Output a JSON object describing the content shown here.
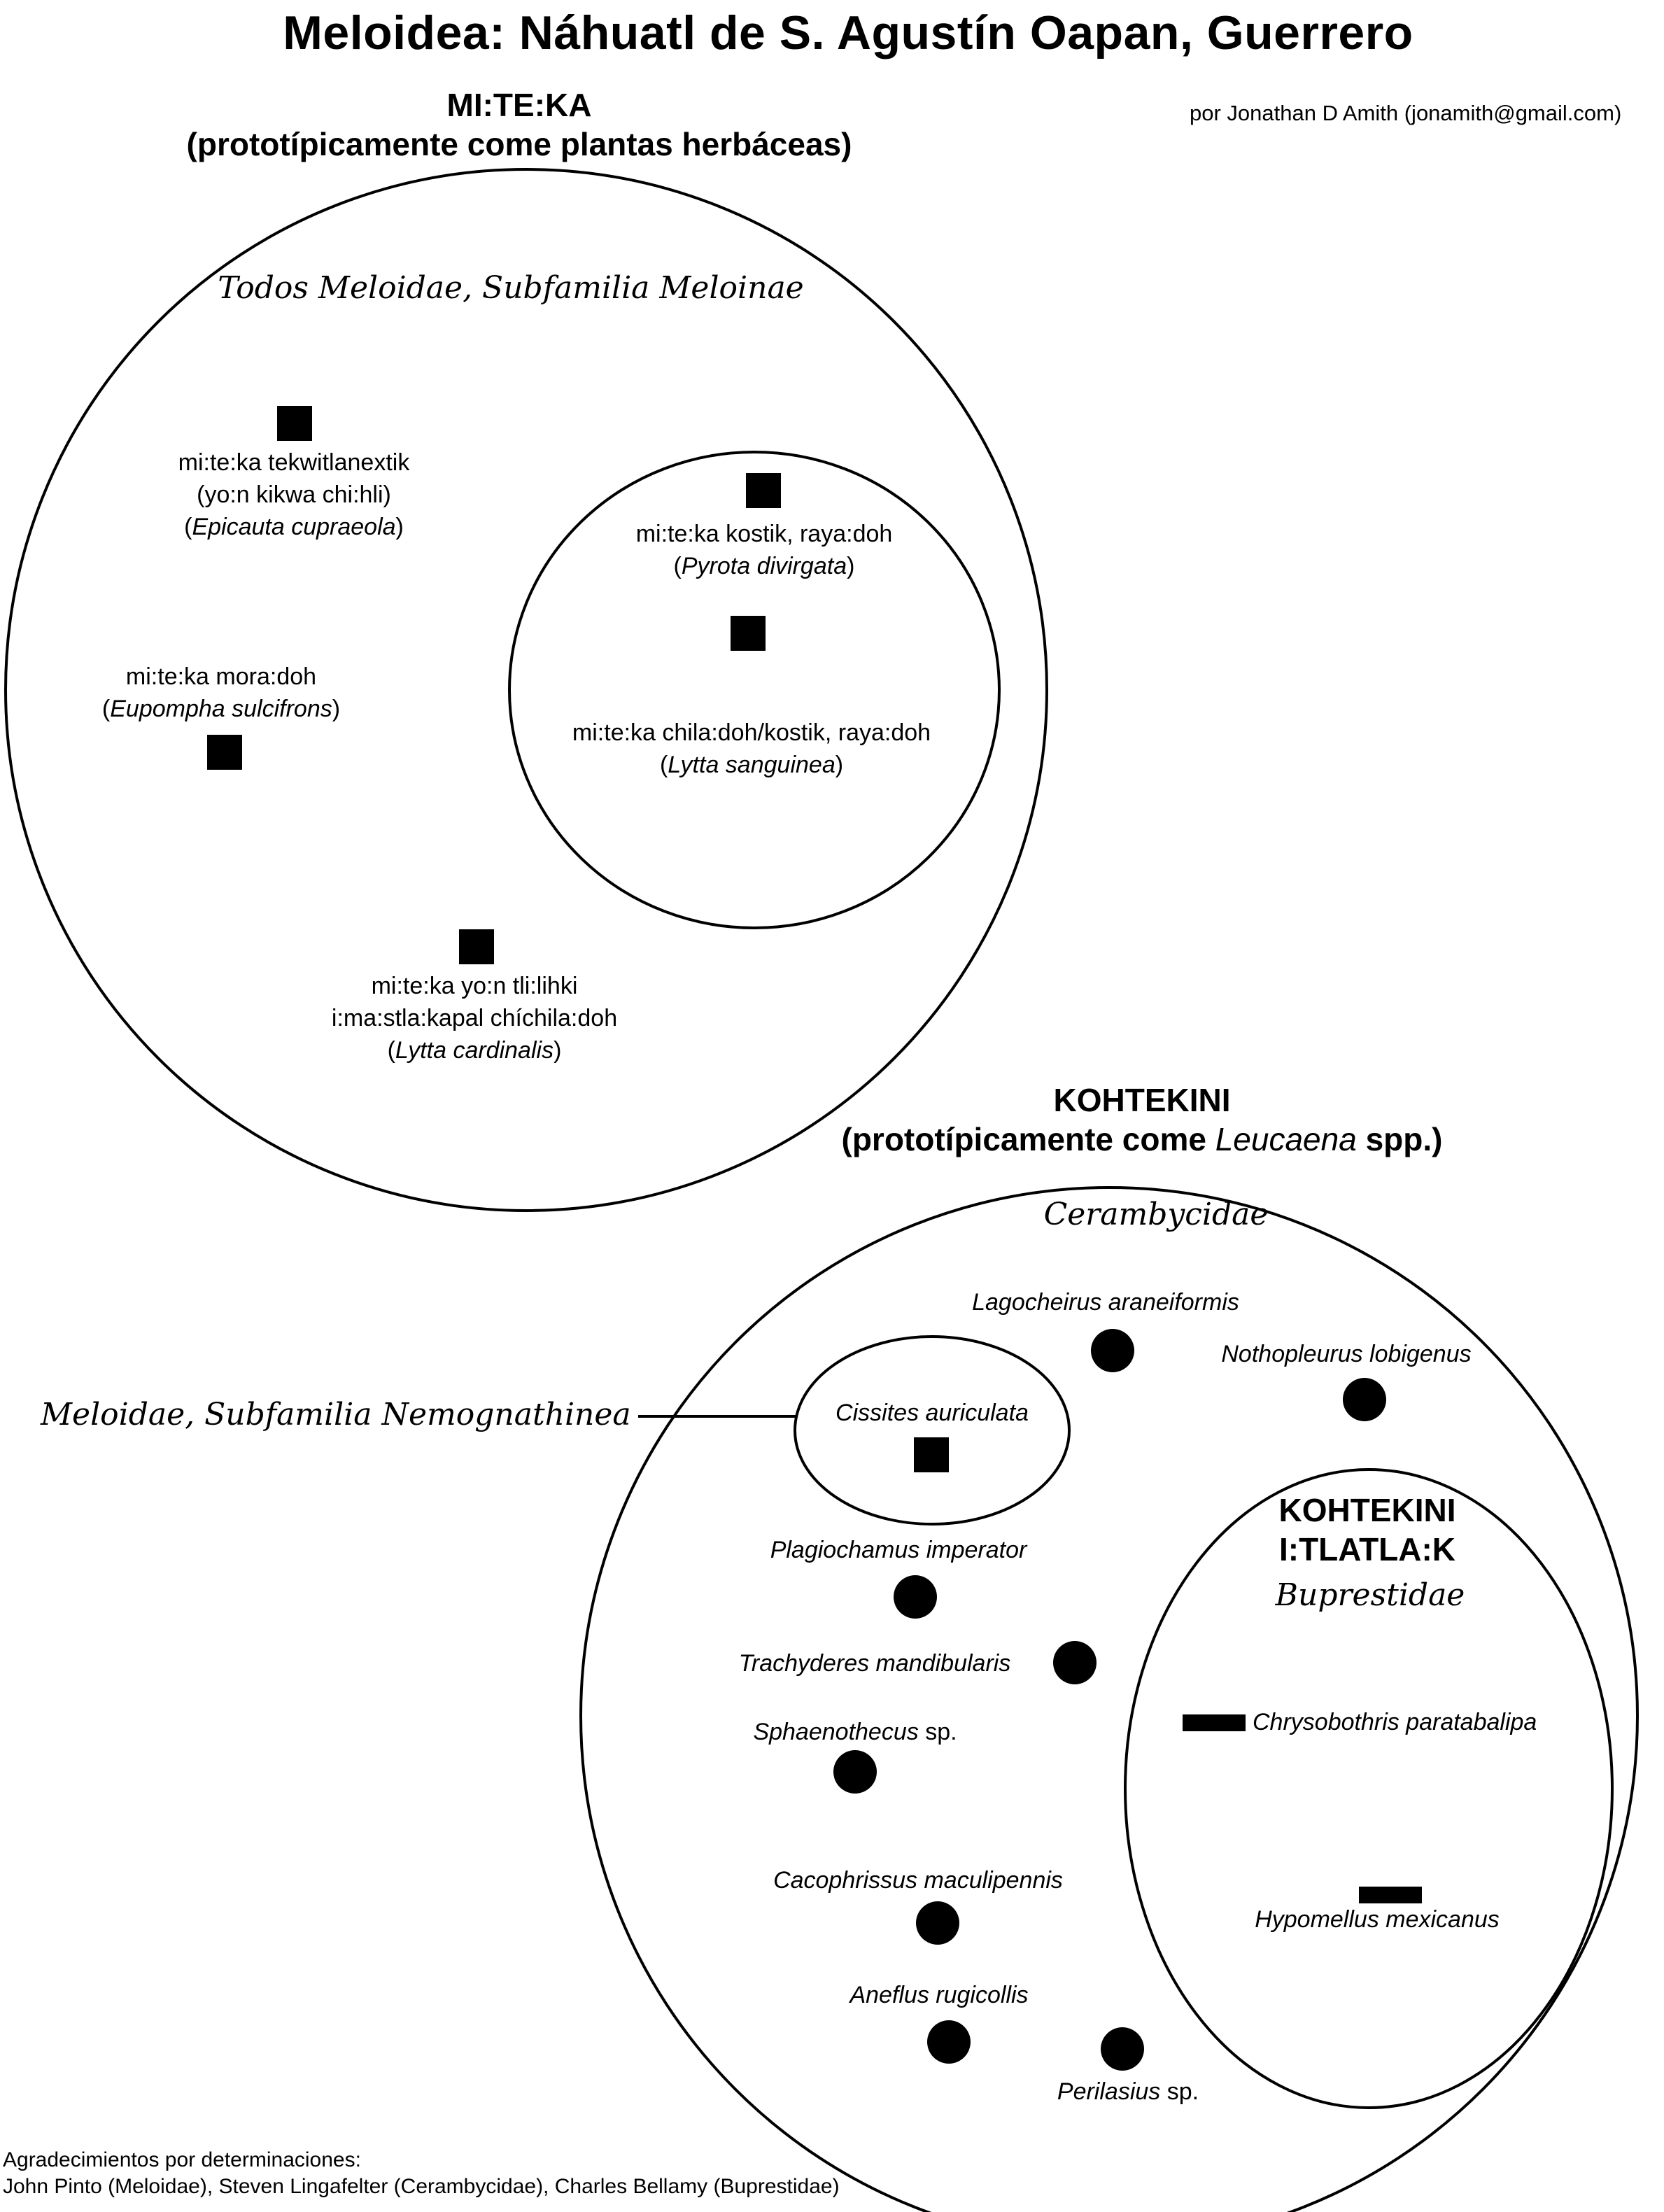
{
  "title": "Meloidea: Náhuatl de S. Agustín Oapan, Guerrero",
  "author": "por Jonathan D Amith (jonamith@gmail.com)",
  "miteka": {
    "heading_1": "MI:TE:KA",
    "heading_2": "(prototípicamente come plantas herbáceas)",
    "circle_label": "Todos Meloidae, Subfamilia Meloinae",
    "items": [
      {
        "line1": "mi:te:ka tekwitlanextik",
        "line2": "(yo:n kikwa chi:hli)",
        "sci": "Epicauta cupraeola"
      },
      {
        "line1": "mi:te:ka mora:doh",
        "sci": "Eupompha sulcifrons"
      },
      {
        "line1": "mi:te:ka kostik, raya:doh",
        "sci": "Pyrota divirgata"
      },
      {
        "line1": "mi:te:ka chila:doh/kostik, raya:doh",
        "sci": "Lytta sanguinea"
      },
      {
        "line1": "mi:te:ka yo:n tli:lihki",
        "line2": "i:ma:stla:kapal chíchila:doh",
        "sci": "Lytta cardinalis"
      }
    ]
  },
  "kohtekini": {
    "heading_1": "KOHTEKINI",
    "heading_2_pre": "(prototípicamente come ",
    "heading_2_sci": "Leucaena",
    "heading_2_post": " spp.)",
    "circle_label": "Cerambycidae",
    "nemognathinae_label": "Meloidae, Subfamilia Nemognathinea",
    "cissites": "Cissites auriculata",
    "cerambycidae": [
      {
        "name": "Lagocheirus araneiformis"
      },
      {
        "name": "Nothopleurus lobigenus"
      },
      {
        "name": "Plagiochamus imperator"
      },
      {
        "name": "Trachyderes mandibularis"
      },
      {
        "name": "Sphaenothecus",
        "suffix": " sp."
      },
      {
        "name": "Cacophrissus maculipennis"
      },
      {
        "name": "Aneflus rugicollis"
      },
      {
        "name": "Perilasius",
        "suffix": " sp."
      }
    ],
    "iltlatlak": {
      "heading_1": "KOHTEKINI",
      "heading_2": "I:TLATLA:K",
      "family": "Buprestidae",
      "items": [
        "Chrysobothris paratabalipa",
        "Hypomellus mexicanus"
      ]
    }
  },
  "footer": {
    "line1": "Agradecimientos por determinaciones:",
    "line2": "John Pinto (Meloidae), Steven Lingafelter (Cerambycidae), Charles  Bellamy (Buprestidae)"
  }
}
